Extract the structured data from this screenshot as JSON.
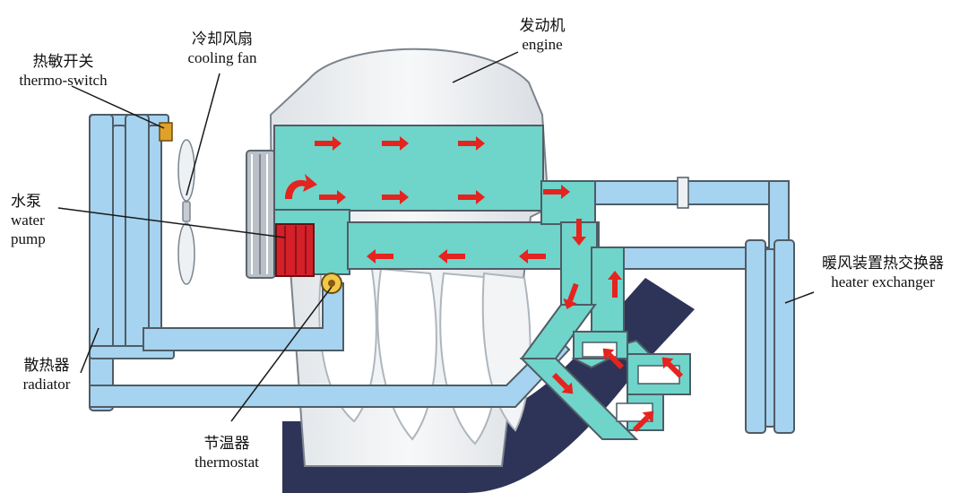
{
  "labels": {
    "thermo_switch": {
      "zh": "热敏开关",
      "en": "thermo-switch"
    },
    "cooling_fan": {
      "zh": "冷却风扇",
      "en": "cooling fan"
    },
    "engine": {
      "zh": "发动机",
      "en": "engine"
    },
    "water_pump": {
      "zh": "水泵",
      "en1": "water",
      "en2": "pump"
    },
    "heater_exchanger": {
      "zh": "暖风装置热交换器",
      "en": "heater exchanger"
    },
    "radiator": {
      "zh": "散热器",
      "en": "radiator"
    },
    "thermostat": {
      "zh": "节温器",
      "en": "thermostat"
    }
  },
  "colors": {
    "coolant": "#6fd4c9",
    "hose": "#a6d3ef",
    "outline": "#4f5c66",
    "flow_arrow": "#e5231f",
    "pump": "#d42029",
    "engine_body": "#eff1f3",
    "manifold": "#2e3358"
  }
}
